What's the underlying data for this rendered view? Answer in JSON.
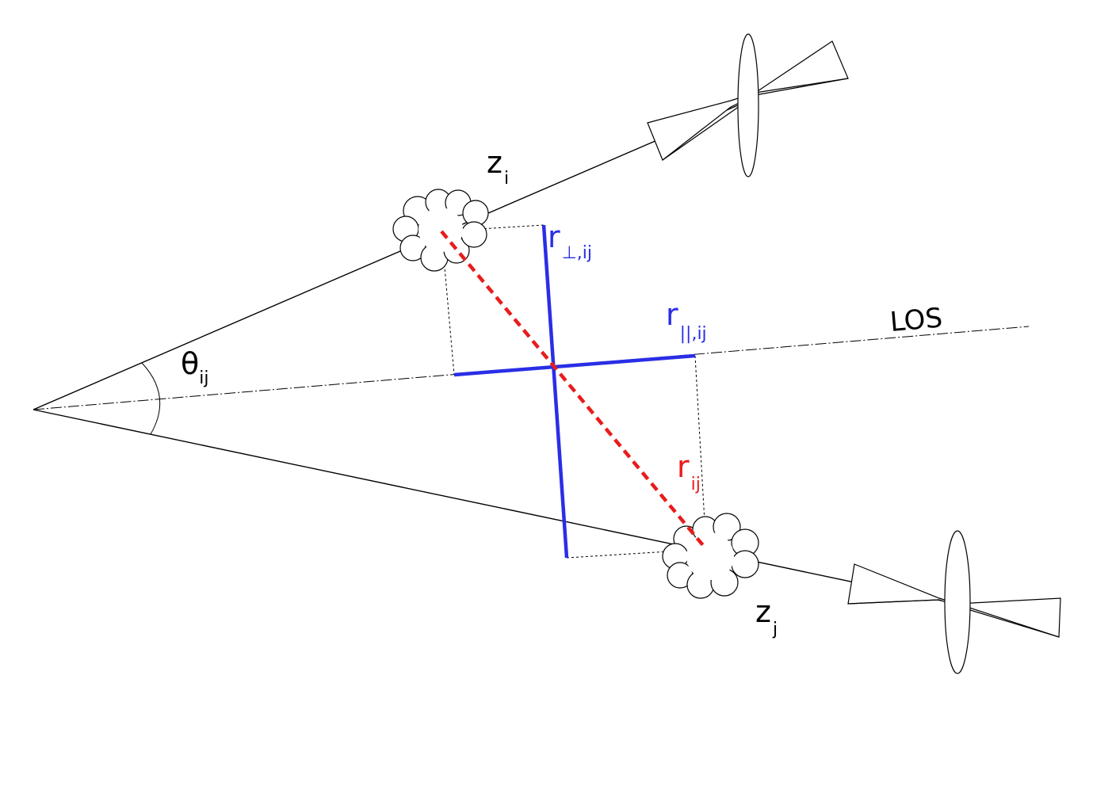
{
  "labels": {
    "theta": {
      "main": "θ",
      "sub": "ij"
    },
    "z_i": {
      "main": "z",
      "sub": "i"
    },
    "z_j": {
      "main": "z",
      "sub": "j"
    },
    "r_perp": {
      "main": "r",
      "sub": "⊥,ij"
    },
    "r_par": {
      "main": "r",
      "sub": "||,ij"
    },
    "r_ij": {
      "main": "r",
      "sub": "ij"
    },
    "los": "LOS"
  },
  "colors": {
    "line": "#000000",
    "separation_components": "#2a2ee6",
    "separation": "#e81c1c"
  }
}
